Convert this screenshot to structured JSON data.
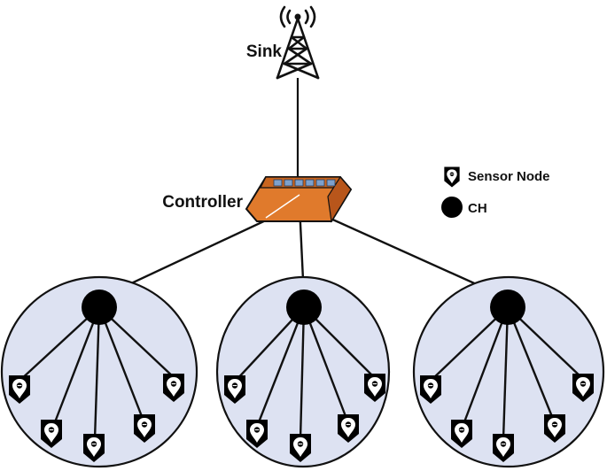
{
  "labels": {
    "sink": "Sink",
    "controller": "Controller"
  },
  "legend": [
    {
      "label": "Sensor Node",
      "icon": "sensor-node-icon"
    },
    {
      "label": "CH",
      "icon": "cluster-head-icon"
    }
  ],
  "clusters": [
    {
      "cluster_head": "CH",
      "sensor_nodes": 5
    },
    {
      "cluster_head": "CH",
      "sensor_nodes": 5
    },
    {
      "cluster_head": "CH",
      "sensor_nodes": 5
    }
  ],
  "colors": {
    "cluster_fill": "#dde2f2",
    "controller": "#e07a2c",
    "controller_dark": "#b8561b",
    "ports": "#7ea1cc",
    "lines": "#111111",
    "nodes": "#000000"
  }
}
